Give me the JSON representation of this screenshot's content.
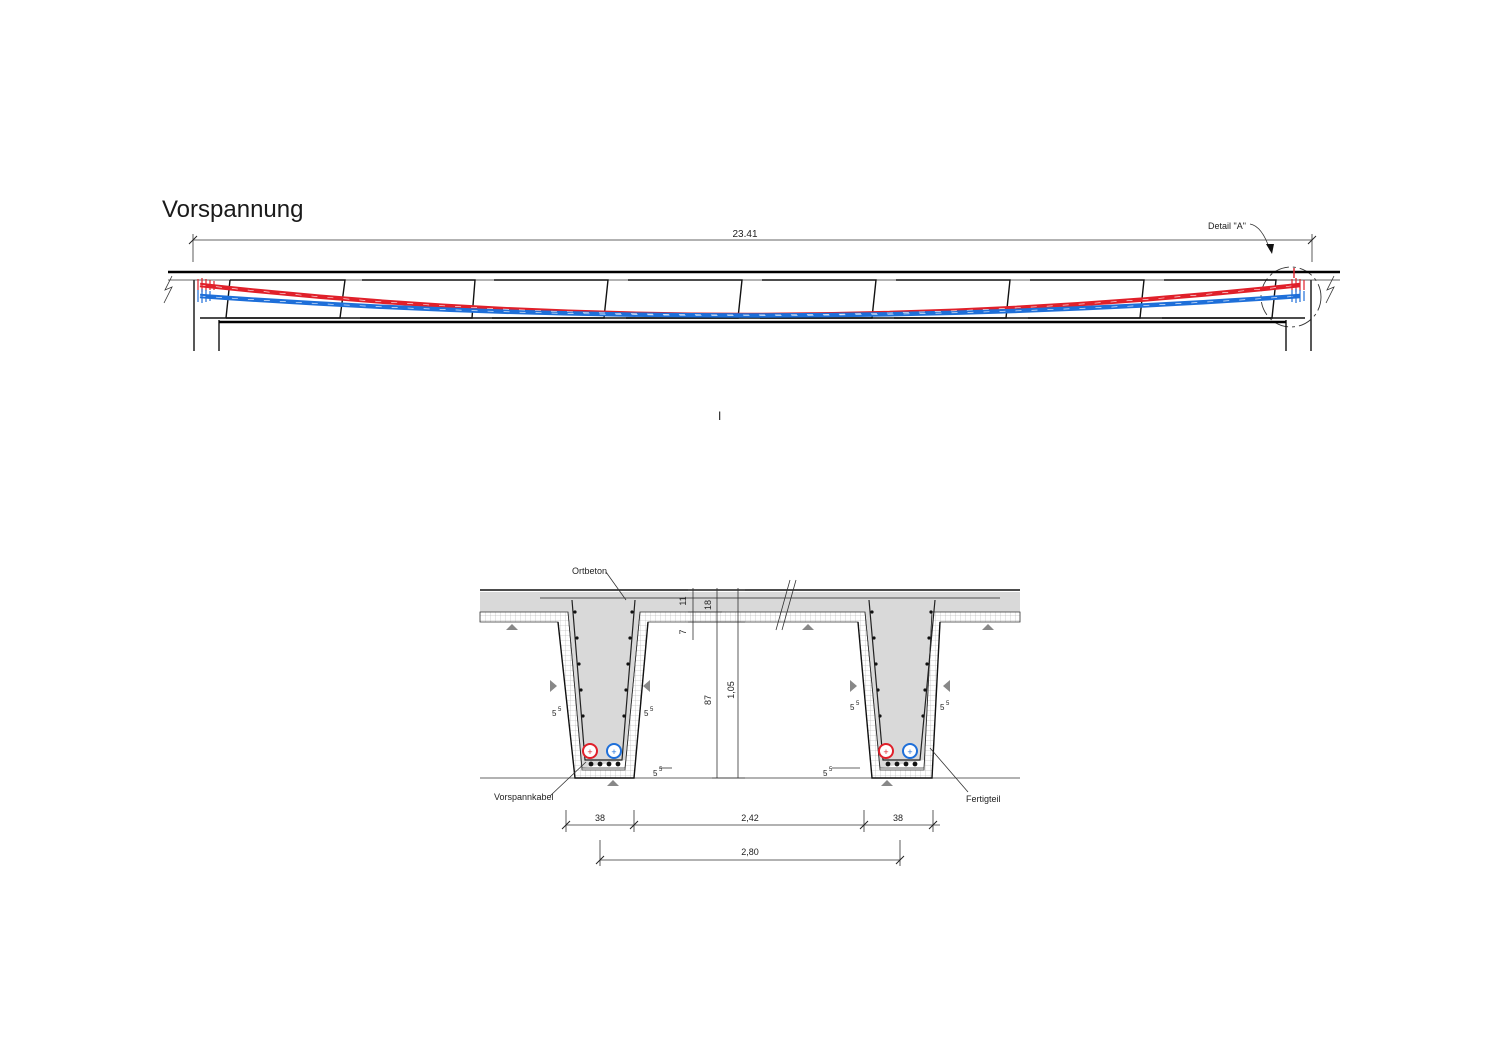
{
  "drawing": {
    "title": "Vorspannung",
    "elevation": {
      "span_dimension": "23.41",
      "detail_label": "Detail \"A\"",
      "page_marker": "I"
    },
    "section": {
      "labels": {
        "cast_concrete": "Ortbeton",
        "tendon": "Vorspannkabel",
        "precast": "Fertigteil"
      },
      "dimensions": {
        "web_width_left": "38",
        "clear_span": "2,42",
        "web_width_right": "38",
        "axis_span": "2,80",
        "slab_top": "11",
        "slab_total": "18",
        "slab_offset": "7",
        "web_height": "87",
        "total_height": "1,05",
        "cover_base": "5",
        "cover_sup": "5"
      },
      "tendon_symbol_red": "+",
      "tendon_symbol_blue": "+"
    }
  },
  "colors": {
    "tendon_red": "#e0202a",
    "tendon_blue": "#1e6fd9",
    "concrete_fill": "#d9d9d9",
    "hatch": "#9a9a9a",
    "line": "#111111"
  }
}
